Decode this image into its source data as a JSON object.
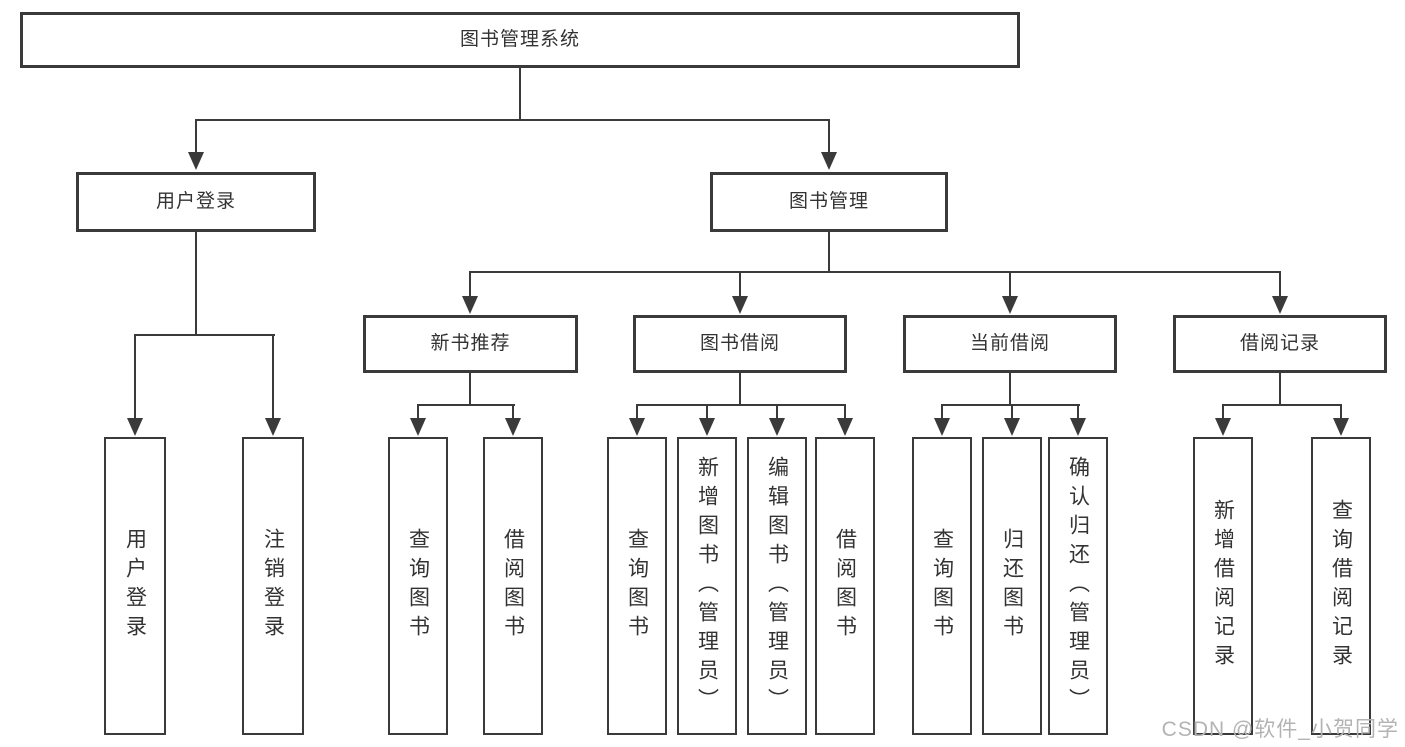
{
  "nodes": {
    "root": "图书管理系统",
    "user_login": "用户登录",
    "book_management": "图书管理",
    "new_book_recommend": "新书推荐",
    "book_borrow": "图书借阅",
    "current_borrow": "当前借阅",
    "borrow_record": "借阅记录",
    "leaf_user_login": "用户登录",
    "leaf_logout_login": "注销登录",
    "leaf_query_book_rec": "查询图书",
    "leaf_borrow_book_rec": "借阅图书",
    "leaf_query_book_borrow": "查询图书",
    "leaf_add_book_admin": "新增图书（管理员）",
    "leaf_edit_book_admin": "编辑图书（管理员）",
    "leaf_borrow_book_borrow": "借阅图书",
    "leaf_query_book_current": "查询图书",
    "leaf_return_book": "归还图书",
    "leaf_confirm_return_admin": "确认归还（管理员）",
    "leaf_add_borrow_record": "新增借阅记录",
    "leaf_query_borrow_record": "查询借阅记录"
  },
  "watermark": "CSDN @软件_小贺同学",
  "colors": {
    "line": "#3a3a3a",
    "border": "#3a3a3a",
    "text": "#333333",
    "background": "#ffffff",
    "watermark": "#b3b3b3"
  }
}
